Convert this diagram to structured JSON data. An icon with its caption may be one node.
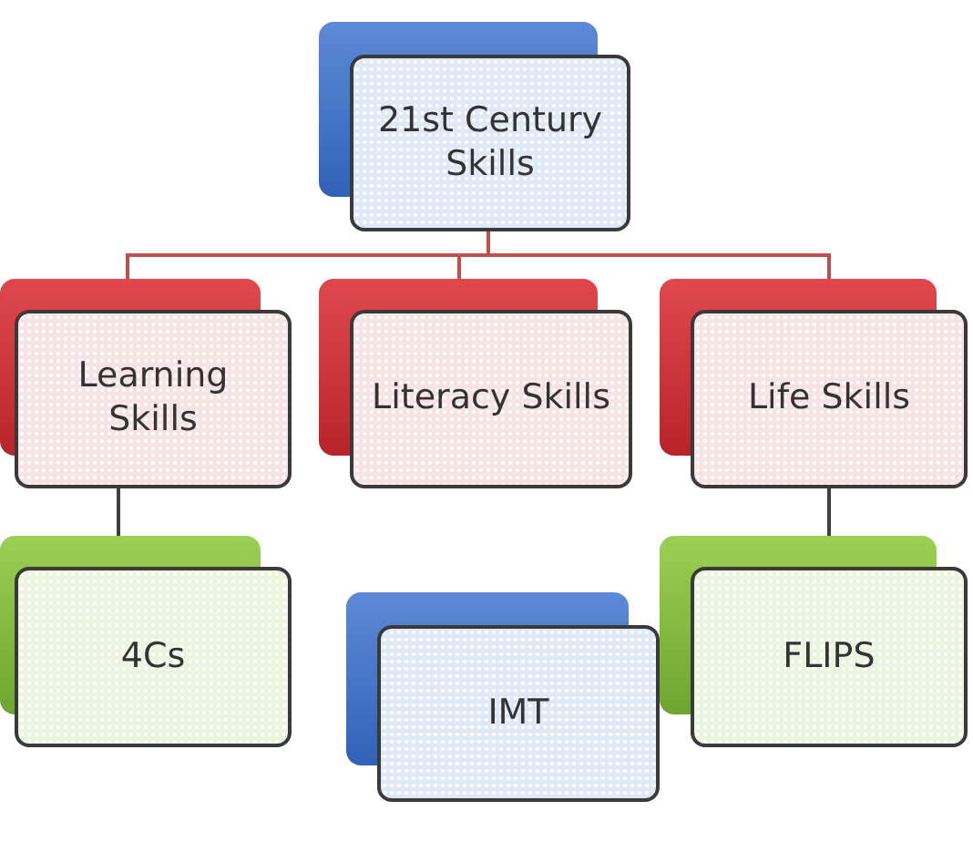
{
  "diagram": {
    "nodes": [
      {
        "text": [
          "21st Century Skills"
        ]
      },
      {
        "text": [
          "Learning Skills"
        ]
      },
      {
        "text": [
          "Literacy Skills"
        ]
      },
      {
        "text": [
          "Life Skills"
        ]
      },
      {
        "text": [
          "4Cs"
        ]
      },
      {
        "text": [
          "IMT"
        ]
      },
      {
        "text": [
          "FLIPS"
        ]
      }
    ],
    "edges": [
      {
        "from": 0,
        "to": 1,
        "arrow": "none"
      },
      {
        "from": 0,
        "to": 2,
        "arrow": "none"
      },
      {
        "from": 0,
        "to": 3,
        "arrow": "none"
      },
      {
        "from": 1,
        "to": 4,
        "arrow": "none",
        "color": "#404040"
      },
      {
        "from": 3,
        "to": 6,
        "arrow": "none",
        "color": "#404040"
      }
    ]
  }
}
